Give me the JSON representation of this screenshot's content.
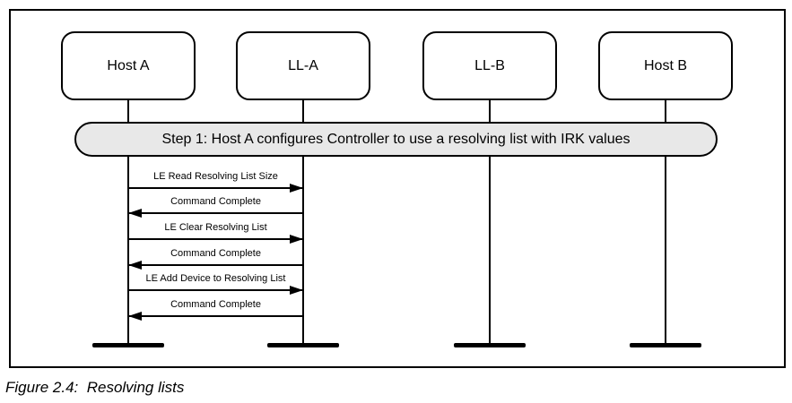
{
  "figure": {
    "caption": "Figure 2.4:  Resolving lists"
  },
  "diagram": {
    "step_banner": {
      "label": "Step 1: Host A configures Controller to use a resolving list with IRK values"
    },
    "actors": [
      {
        "label": "Host A"
      },
      {
        "label": "LL-A"
      },
      {
        "label": "LL-B"
      },
      {
        "label": "Host B"
      }
    ],
    "messages": [
      {
        "label": "LE Read Resolving List Size",
        "from": "Host A",
        "to": "LL-A",
        "direction": "right"
      },
      {
        "label": "Command Complete",
        "from": "LL-A",
        "to": "Host A",
        "direction": "left"
      },
      {
        "label": "LE Clear Resolving List",
        "from": "Host A",
        "to": "LL-A",
        "direction": "right"
      },
      {
        "label": "Command Complete",
        "from": "LL-A",
        "to": "Host A",
        "direction": "left"
      },
      {
        "label": "LE Add Device to Resolving List",
        "from": "Host A",
        "to": "LL-A",
        "direction": "right"
      },
      {
        "label": "Command Complete",
        "from": "LL-A",
        "to": "Host A",
        "direction": "left"
      }
    ],
    "colors": {
      "background": "#ffffff",
      "line": "#000000",
      "banner_fill": "#e8e8e8",
      "text": "#000000"
    }
  }
}
